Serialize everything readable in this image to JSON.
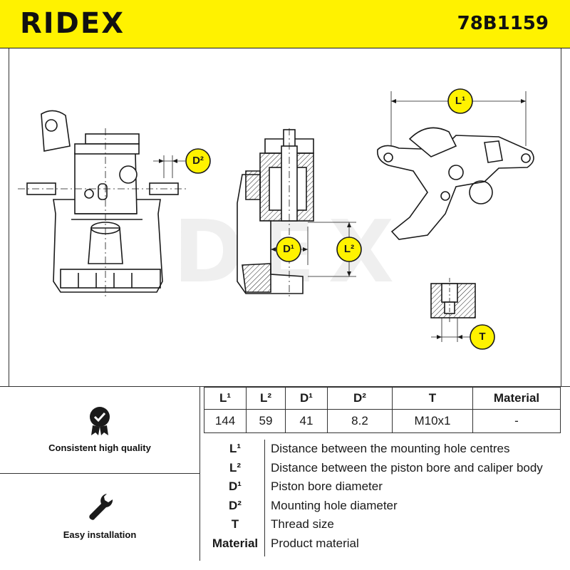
{
  "header": {
    "brand": "RIDEX",
    "part_number": "78B1159"
  },
  "drawing": {
    "watermark": "RIDEX",
    "dimension_labels": {
      "l1": "L¹",
      "l2": "L²",
      "d1": "D¹",
      "d2": "D²",
      "t": "T"
    }
  },
  "features": [
    {
      "label": "Consistent high quality",
      "icon": "shield-check-icon"
    },
    {
      "label": "Easy installation",
      "icon": "wrench-icon"
    }
  ],
  "specs": {
    "headers": [
      "L¹",
      "L²",
      "D¹",
      "D²",
      "T",
      "Material"
    ],
    "values": [
      "144",
      "59",
      "41",
      "8.2",
      "M10x1",
      "-"
    ]
  },
  "legend": [
    {
      "key": "L¹",
      "desc": "Distance between the mounting hole centres"
    },
    {
      "key": "L²",
      "desc": "Distance between the piston bore and caliper body"
    },
    {
      "key": "D¹",
      "desc": "Piston bore diameter"
    },
    {
      "key": "D²",
      "desc": "Mounting hole diameter"
    },
    {
      "key": "T",
      "desc": "Thread size"
    },
    {
      "key": "Material",
      "desc": "Product material"
    }
  ],
  "colors": {
    "brand_yellow": "#fff200",
    "ink": "#1a1a1a"
  }
}
